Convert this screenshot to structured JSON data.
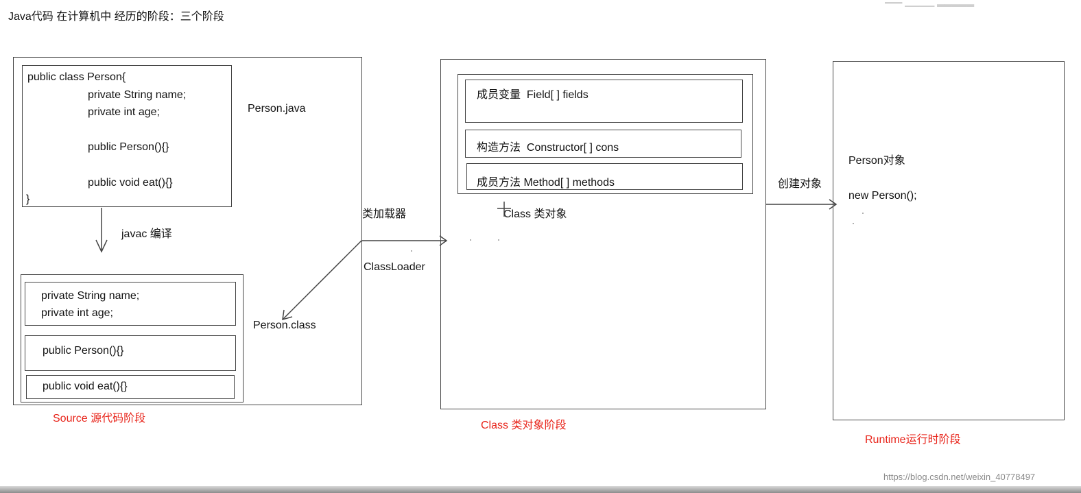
{
  "title": "Java代码 在计算机中 经历的阶段：三个阶段",
  "source": {
    "code_lines": [
      "public class Person{",
      "private String name;",
      "private int age;",
      "public Person(){}",
      "public void eat(){}",
      "}"
    ],
    "file_label": "Person.java",
    "compile_label": "javac 编译",
    "class_fields": [
      "private String name;",
      "private int age;"
    ],
    "class_constructor": "public Person(){}",
    "class_method": "public void eat(){}",
    "class_file_label": "Person.class",
    "stage_label": "Source 源代码阶段"
  },
  "loader": {
    "label_cn": "类加载器",
    "label_en": "ClassLoader"
  },
  "class_stage": {
    "fields": "成员变量  Field[ ] fields",
    "constructors": "构造方法  Constructor[ ] cons",
    "methods": "成员方法 Method[ ] methods",
    "object_label": "Class 类对象",
    "stage_label": "Class 类对象阶段"
  },
  "runtime": {
    "arrow_label": "创建对象",
    "object_label": "Person对象",
    "new_expr": "new Person();",
    "stage_label": "Runtime运行时阶段"
  },
  "watermark": "https://blog.csdn.net/weixin_40778497",
  "colors": {
    "stage_label": "#e8241a",
    "border": "#444444"
  }
}
